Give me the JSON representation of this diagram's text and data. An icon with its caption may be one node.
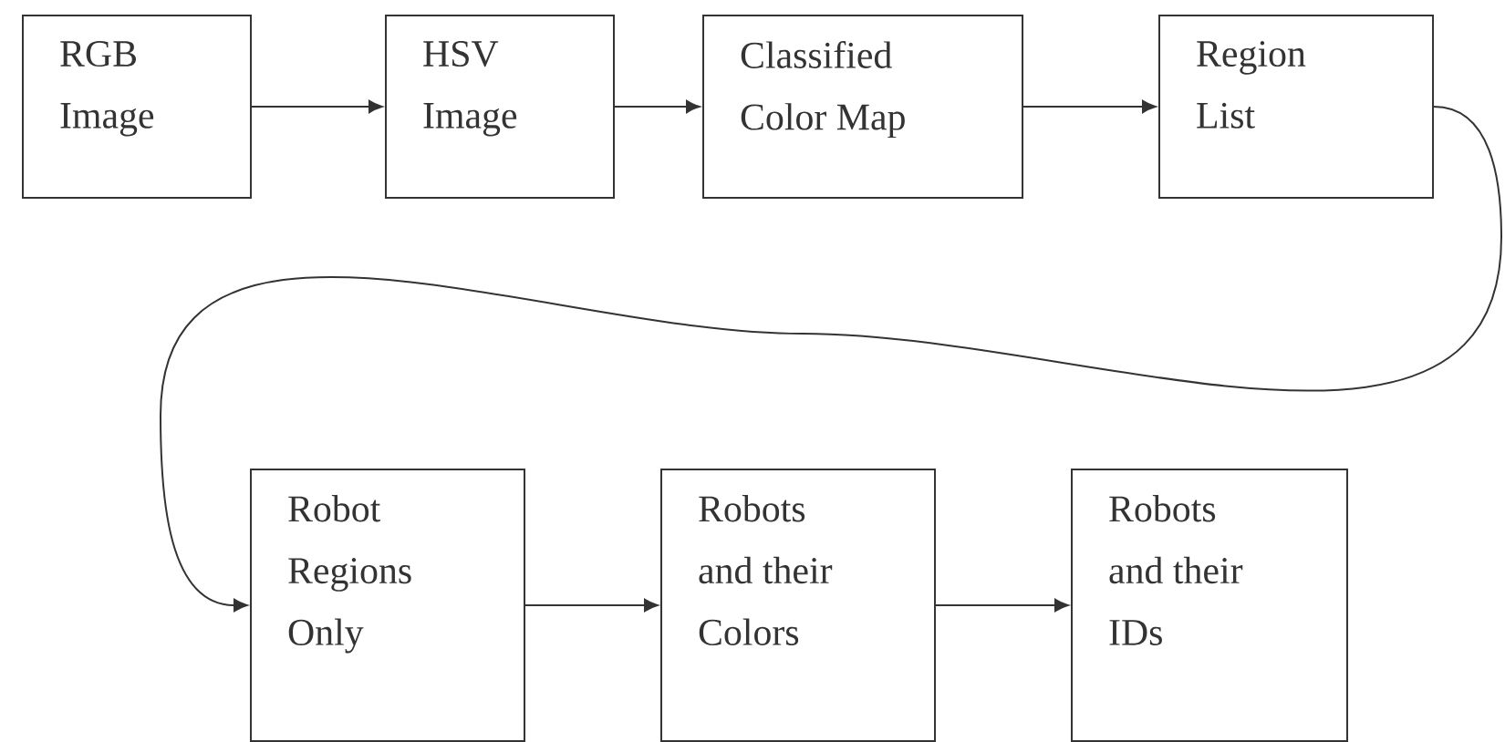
{
  "diagram": {
    "nodes": [
      {
        "text": [
          "RGB Image"
        ]
      },
      {
        "text": [
          "HSV Image"
        ]
      },
      {
        "text": [
          "Classified Color Map"
        ]
      },
      {
        "text": [
          "Region List"
        ]
      },
      {
        "text": [
          "Robot Regions Only"
        ]
      },
      {
        "text": [
          "Robots and their Colors"
        ]
      },
      {
        "text": [
          "Robots and their IDs"
        ]
      }
    ],
    "edges": [
      {
        "from": 0,
        "to": 1,
        "arrow": "to"
      },
      {
        "from": 1,
        "to": 2,
        "arrow": "to"
      },
      {
        "from": 2,
        "to": 3,
        "arrow": "to"
      },
      {
        "from": 3,
        "to": 4,
        "arrow": "to"
      },
      {
        "from": 4,
        "to": 5,
        "arrow": "to"
      },
      {
        "from": 5,
        "to": 6,
        "arrow": "to"
      }
    ]
  }
}
